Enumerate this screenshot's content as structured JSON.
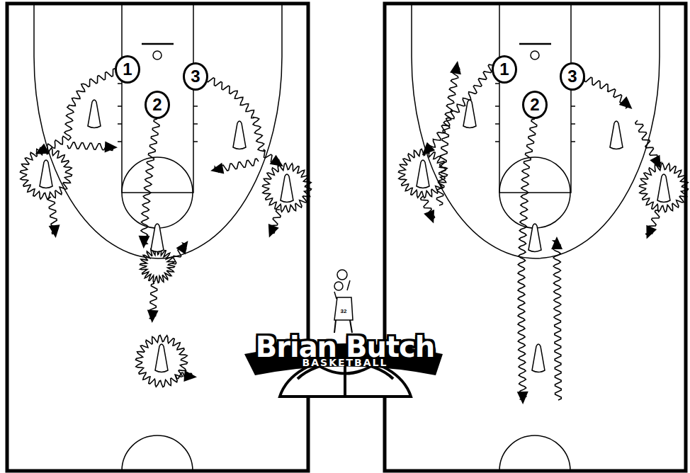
{
  "diagram": {
    "nodes": [
      {
        "text": [
          "1"
        ]
      },
      {
        "text": [
          "2"
        ]
      },
      {
        "text": [
          "3"
        ]
      },
      {
        "text": [
          "1"
        ]
      },
      {
        "text": [
          "2"
        ]
      },
      {
        "text": [
          "3"
        ]
      }
    ],
    "labels": [
      "32",
      "Brian Butch",
      "BASKETBALL"
    ]
  }
}
